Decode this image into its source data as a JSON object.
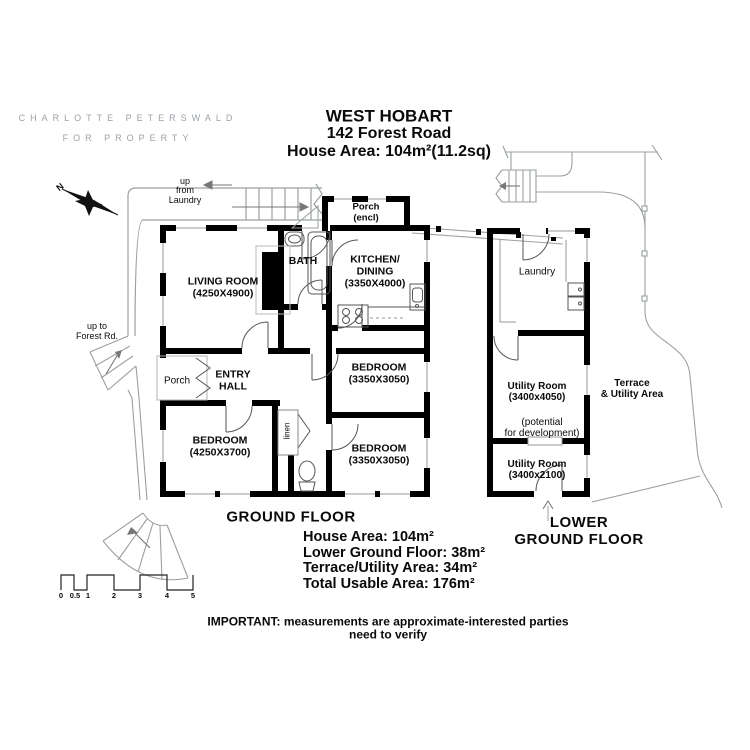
{
  "logo": {
    "line1": "CHARLOTTE PETERSWALD",
    "line2": "FOR PROPERTY"
  },
  "header": {
    "suburb": "WEST HOBART",
    "address": "142 Forest Road",
    "house_area": "House Area: 104m²(11.2sq)"
  },
  "compass": {
    "north": "N"
  },
  "ground_floor": {
    "title": "GROUND FLOOR",
    "living": "LIVING ROOM\n(4250X4900)",
    "bath": "BATH",
    "kitchen": "KITCHEN/\nDINING\n(3350X4000)",
    "entry": "ENTRY\nHALL",
    "porch": "Porch",
    "porch_encl": "Porch\n(encl)",
    "bedroom_upper": "BEDROOM\n(3350X3050)",
    "bedroom_left": "BEDROOM\n(4250X3700)",
    "bedroom_lower": "BEDROOM\n(3350X3050)",
    "linen": "linen",
    "up_from_laundry": "up\nfrom\nLaundry",
    "up_to_forest": "up to\nForest Rd."
  },
  "lower_ground_floor": {
    "title": "LOWER\nGROUND FLOOR",
    "laundry": "Laundry",
    "utility_room_1": "Utility Room\n(3400x4050)",
    "potential": "(potential\nfor development)",
    "utility_room_2": "Utility Room\n(3400x2100)",
    "terrace": "Terrace\n& Utility Area"
  },
  "summary": {
    "house_area": "House Area: 104m²",
    "lower_ground": "Lower Ground Floor: 38m²",
    "terrace_utility": "Terrace/Utility Area: 34m²",
    "total": "Total Usable Area: 176m²"
  },
  "scale": {
    "labels": [
      "0",
      "0.5",
      "1",
      "2",
      "3",
      "4",
      "5"
    ]
  },
  "disclaimer": "IMPORTANT: measurements are approximate-interested parties need to verify",
  "colors": {
    "wall": "#000000",
    "thin_line": "#9aa0a0",
    "logo_gray": "#9ba1a8"
  }
}
